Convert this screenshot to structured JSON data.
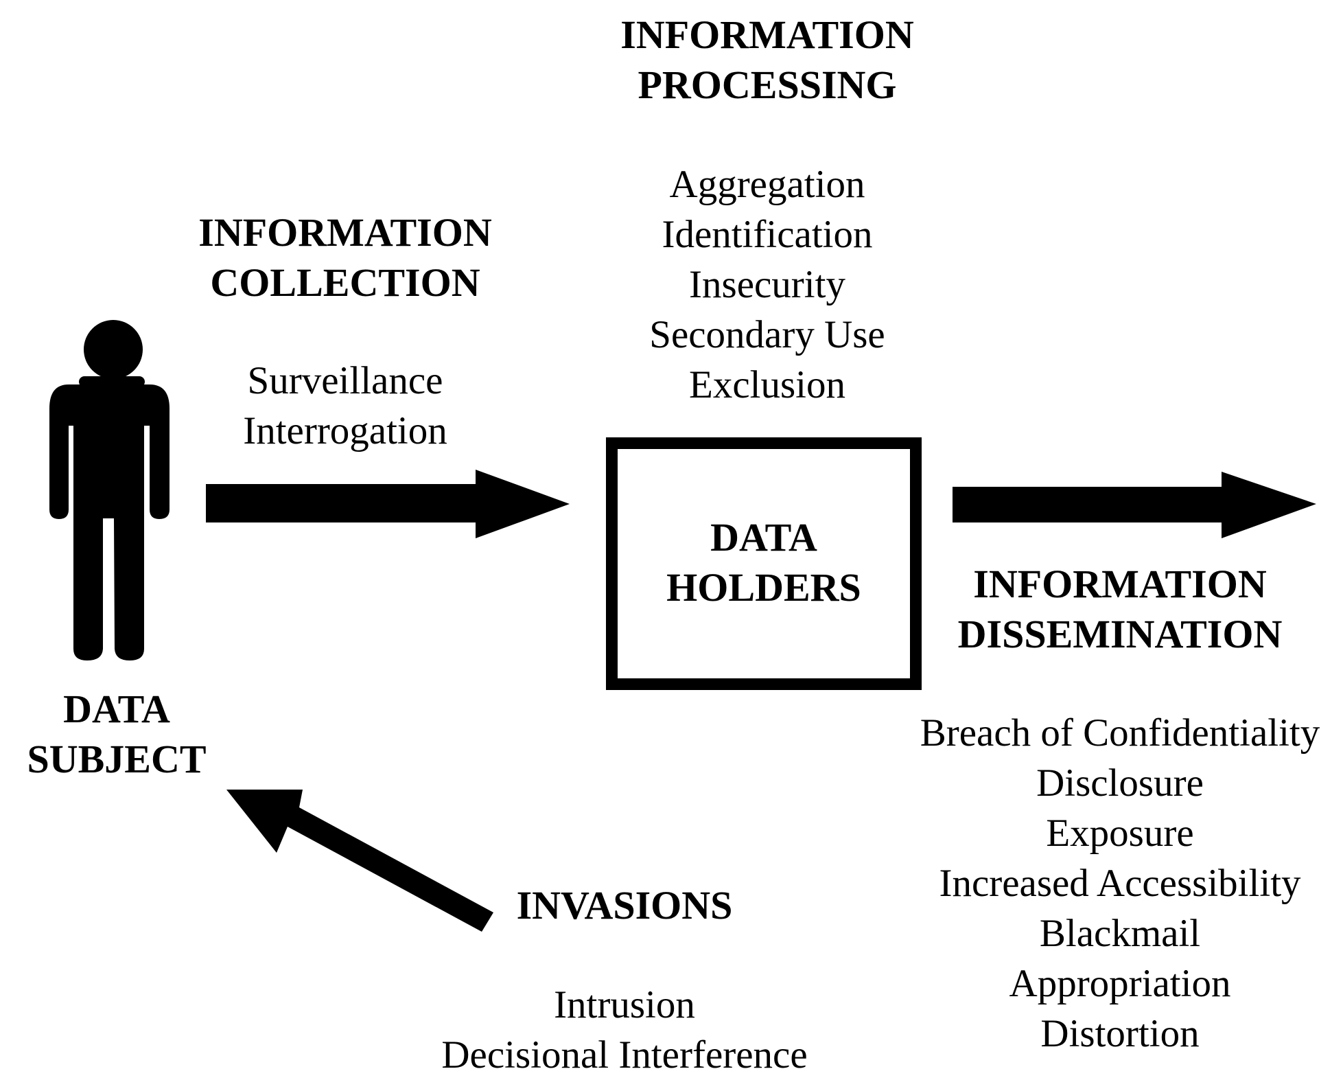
{
  "processing": {
    "heading": [
      "INFORMATION",
      "PROCESSING"
    ],
    "items": [
      "Aggregation",
      "Identification",
      "Insecurity",
      "Secondary Use",
      "Exclusion"
    ]
  },
  "collection": {
    "heading": [
      "INFORMATION",
      "COLLECTION"
    ],
    "items": [
      "Surveillance",
      "Interrogation"
    ]
  },
  "data_holders": {
    "label": [
      "DATA",
      "HOLDERS"
    ]
  },
  "data_subject": {
    "label": [
      "DATA",
      "SUBJECT"
    ],
    "icon": "person-icon"
  },
  "dissemination": {
    "heading": [
      "INFORMATION",
      "DISSEMINATION"
    ],
    "items": [
      "Breach of Confidentiality",
      "Disclosure",
      "Exposure",
      "Increased Accessibility",
      "Blackmail",
      "Appropriation",
      "Distortion"
    ]
  },
  "invasions": {
    "heading": "INVASIONS",
    "items": [
      "Intrusion",
      "Decisional Interference"
    ]
  },
  "colors": {
    "ink": "#000000",
    "background": "#ffffff"
  }
}
